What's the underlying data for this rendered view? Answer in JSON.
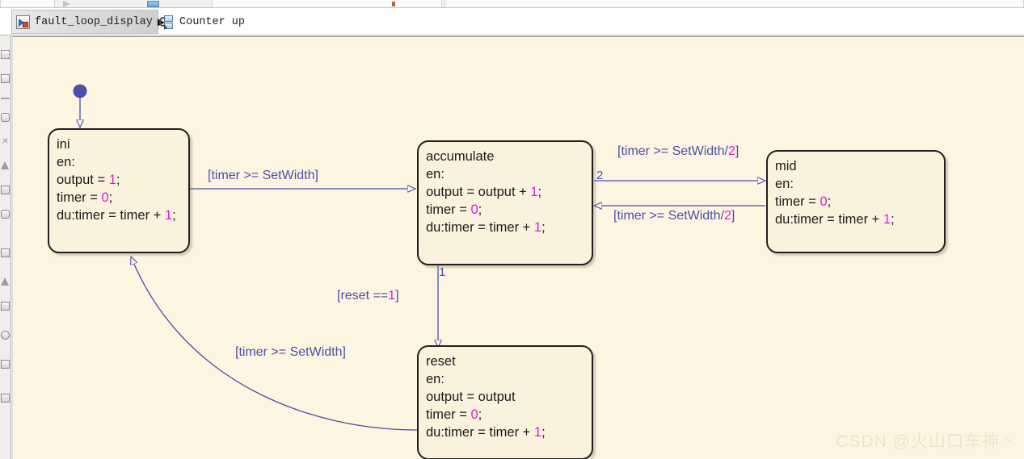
{
  "window": {
    "canvas_bg": "#fdf4e2",
    "state_fill": "#fbf2de",
    "state_border": "#231f20",
    "transition_color": "#4d4ea8",
    "number_color": "#d61fd6"
  },
  "breadcrumb": {
    "items": [
      {
        "label": "fault_loop_display",
        "icon": "simulink-model-icon"
      },
      {
        "label": "Counter up",
        "icon": "stateflow-chart-icon"
      }
    ],
    "separator": "▶"
  },
  "palette": {
    "items": [
      {
        "name": "palette-item-dashed-box"
      },
      {
        "name": "palette-item-box"
      },
      {
        "name": "palette-item-divider"
      },
      {
        "name": "palette-item-rounded-box"
      },
      {
        "name": "palette-item-cross"
      },
      {
        "name": "palette-item-triangle"
      },
      {
        "name": "palette-item-box-2"
      },
      {
        "name": "palette-item-rounded-box-2"
      },
      {
        "name": "palette-item-box-3"
      },
      {
        "name": "palette-item-triangle-2"
      },
      {
        "name": "palette-item-box-4"
      },
      {
        "name": "palette-item-circle"
      },
      {
        "name": "palette-item-box-5"
      },
      {
        "name": "palette-item-box-6"
      }
    ]
  },
  "chart": {
    "default_transition": {
      "name": "default-transition",
      "target": "ini"
    },
    "states": [
      {
        "id": "ini",
        "name": "ini",
        "lines": [
          [
            {
              "t": "ini"
            }
          ],
          [
            {
              "t": "en:"
            }
          ],
          [
            {
              "t": "output = "
            },
            {
              "t": "1",
              "c": "num"
            },
            {
              "t": ";"
            }
          ],
          [
            {
              "t": "timer = "
            },
            {
              "t": "0",
              "c": "num"
            },
            {
              "t": ";"
            }
          ],
          [
            {
              "t": "du:timer = timer + "
            },
            {
              "t": "1",
              "c": "num"
            },
            {
              "t": ";"
            }
          ]
        ]
      },
      {
        "id": "accumulate",
        "name": "accumulate",
        "lines": [
          [
            {
              "t": "accumulate"
            }
          ],
          [
            {
              "t": "en:"
            }
          ],
          [
            {
              "t": "output = output + "
            },
            {
              "t": "1",
              "c": "num"
            },
            {
              "t": ";"
            }
          ],
          [
            {
              "t": "timer = "
            },
            {
              "t": "0",
              "c": "num"
            },
            {
              "t": ";"
            }
          ],
          [
            {
              "t": "du:timer = timer + "
            },
            {
              "t": "1",
              "c": "num"
            },
            {
              "t": ";"
            }
          ]
        ]
      },
      {
        "id": "mid",
        "name": "mid",
        "lines": [
          [
            {
              "t": "mid"
            }
          ],
          [
            {
              "t": "en:"
            }
          ],
          [
            {
              "t": "timer = "
            },
            {
              "t": "0",
              "c": "num"
            },
            {
              "t": ";"
            }
          ],
          [
            {
              "t": "du:timer = timer + "
            },
            {
              "t": "1",
              "c": "num"
            },
            {
              "t": ";"
            }
          ]
        ]
      },
      {
        "id": "reset",
        "name": "reset",
        "lines": [
          [
            {
              "t": "reset"
            }
          ],
          [
            {
              "t": "en:"
            }
          ],
          [
            {
              "t": "output = output"
            }
          ],
          [
            {
              "t": "timer = "
            },
            {
              "t": "0",
              "c": "num"
            },
            {
              "t": ";"
            }
          ],
          [
            {
              "t": "du:timer = timer + "
            },
            {
              "t": "1",
              "c": "num"
            },
            {
              "t": ";"
            }
          ]
        ]
      }
    ],
    "transitions": [
      {
        "id": "ini-to-accumulate",
        "from": "ini",
        "to": "accumulate",
        "label": [
          {
            "t": "[timer >= SetWidth]"
          }
        ],
        "priority": ""
      },
      {
        "id": "accumulate-to-mid",
        "from": "accumulate",
        "to": "mid",
        "label": [
          {
            "t": "[timer >= SetWidth/"
          },
          {
            "t": "2",
            "c": "num"
          },
          {
            "t": "]"
          }
        ],
        "priority": "2"
      },
      {
        "id": "mid-to-accumulate",
        "from": "mid",
        "to": "accumulate",
        "label": [
          {
            "t": "[timer >= SetWidth/"
          },
          {
            "t": "2",
            "c": "num"
          },
          {
            "t": "]"
          }
        ],
        "priority": ""
      },
      {
        "id": "accumulate-to-reset",
        "from": "accumulate",
        "to": "reset",
        "label": [
          {
            "t": "[reset =="
          },
          {
            "t": "1",
            "c": "num"
          },
          {
            "t": "]"
          }
        ],
        "priority": "1"
      },
      {
        "id": "reset-to-ini",
        "from": "reset",
        "to": "ini",
        "label": [
          {
            "t": "[timer >= SetWidth]"
          }
        ],
        "priority": ""
      }
    ]
  },
  "watermark": {
    "text": "CSDN @火山口车神丶"
  }
}
